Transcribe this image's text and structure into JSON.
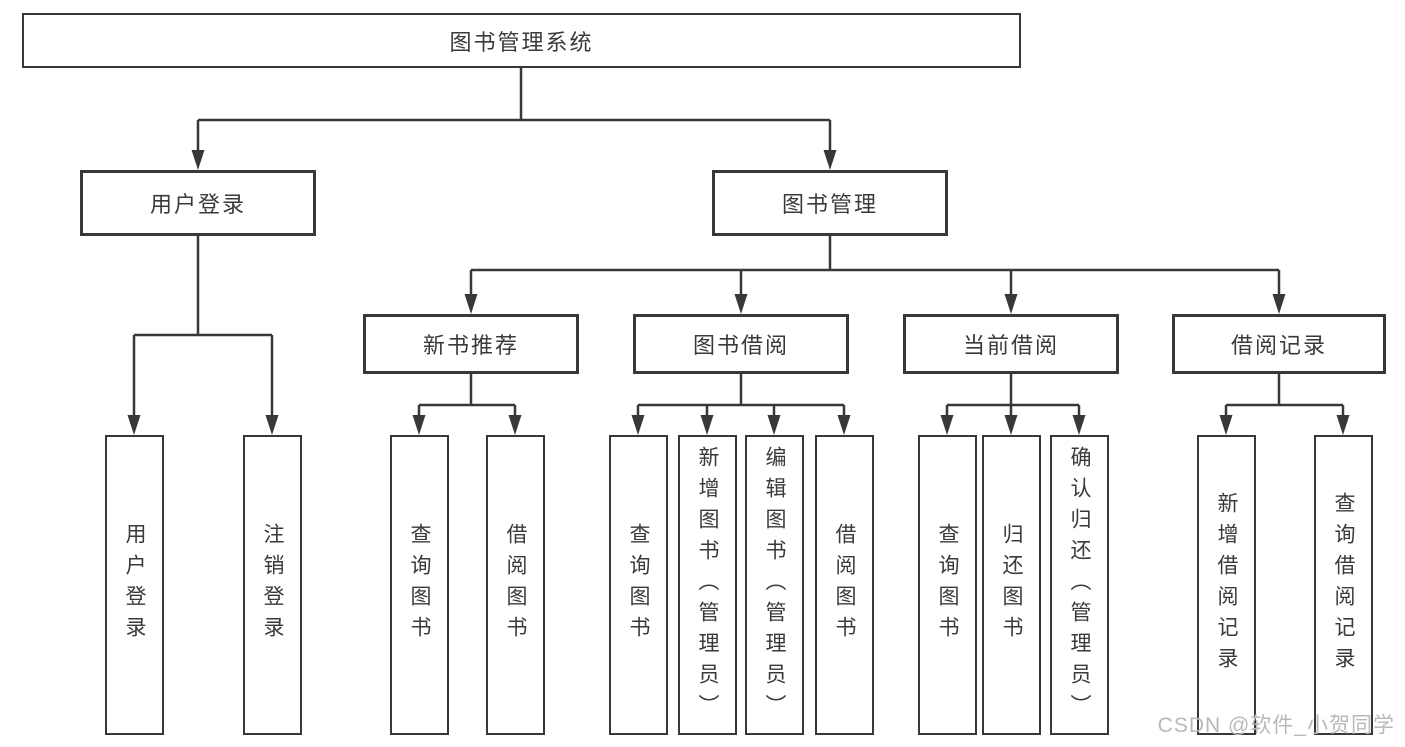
{
  "diagram": {
    "root": {
      "label": "图书管理系统"
    },
    "level2": [
      {
        "label": "用户登录"
      },
      {
        "label": "图书管理"
      }
    ],
    "level3": [
      {
        "label": "新书推荐"
      },
      {
        "label": "图书借阅"
      },
      {
        "label": "当前借阅"
      },
      {
        "label": "借阅记录"
      }
    ],
    "leaves": {
      "user_login": [
        "用户登录",
        "注销登录"
      ],
      "new_books": [
        "查询图书",
        "借阅图书"
      ],
      "book_borrow": [
        "查询图书",
        "新增图书（管理员）",
        "编辑图书（管理员）",
        "借阅图书"
      ],
      "current_borrow": [
        "查询图书",
        "归还图书",
        "确认归还（管理员）"
      ],
      "borrow_records": [
        "新增借阅记录",
        "查询借阅记录"
      ]
    }
  },
  "watermark": "CSDN @软件_小贺同学",
  "colors": {
    "line": "#383838",
    "text": "#3a3a3a",
    "watermark": "#b9b9b9",
    "background": "#ffffff"
  }
}
